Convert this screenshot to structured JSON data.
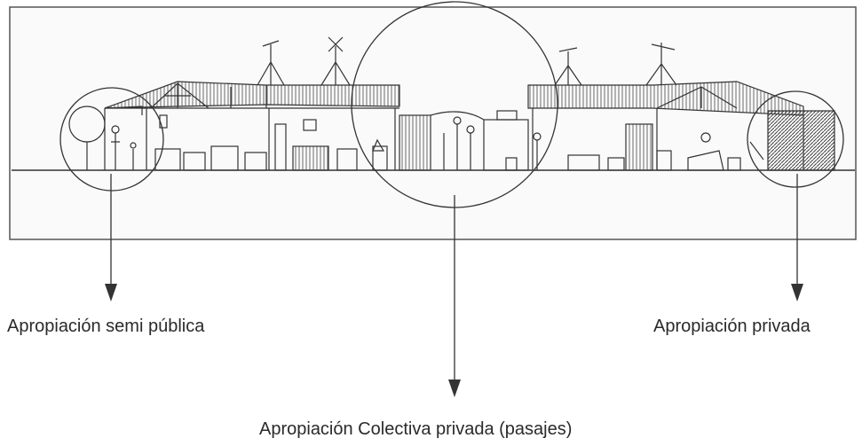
{
  "labels": {
    "semi_publica": "Apropiación semi pública",
    "privada": "Apropiación privada",
    "colectiva": "Apropiación Colectiva privada (pasajes)"
  },
  "colors": {
    "ink": "#2a2a2a",
    "frame": "#555555",
    "background": "#ffffff"
  }
}
